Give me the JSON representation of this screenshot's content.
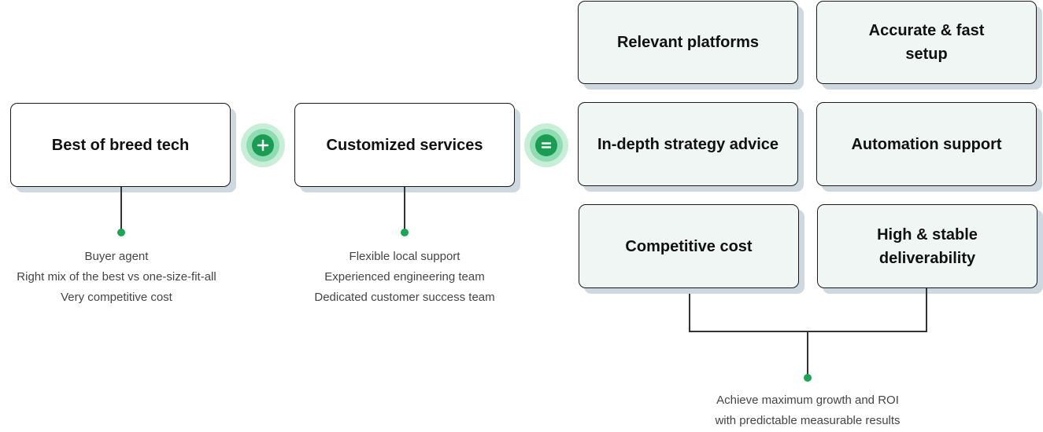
{
  "left_card": {
    "title": "Best of breed tech"
  },
  "middle_card": {
    "title": "Customized services"
  },
  "operators": {
    "plus": "+",
    "equals": "="
  },
  "left_points": [
    "Buyer agent",
    "Right mix of the best vs one-size-fit-all",
    "Very competitive cost"
  ],
  "middle_points": [
    "Flexible local support",
    "Experienced engineering team",
    "Dedicated customer success team"
  ],
  "results": [
    "Relevant platforms",
    "Accurate & fast setup",
    "In-depth strategy advice",
    "Automation support",
    "Competitive cost",
    "High & stable deliverability"
  ],
  "outcome": [
    "Achieve maximum growth and ROI",
    "with predictable measurable results"
  ],
  "colors": {
    "accent_green": "#1a9c52",
    "card_mint": "#eff6f3",
    "shadow": "#cdd8df"
  }
}
